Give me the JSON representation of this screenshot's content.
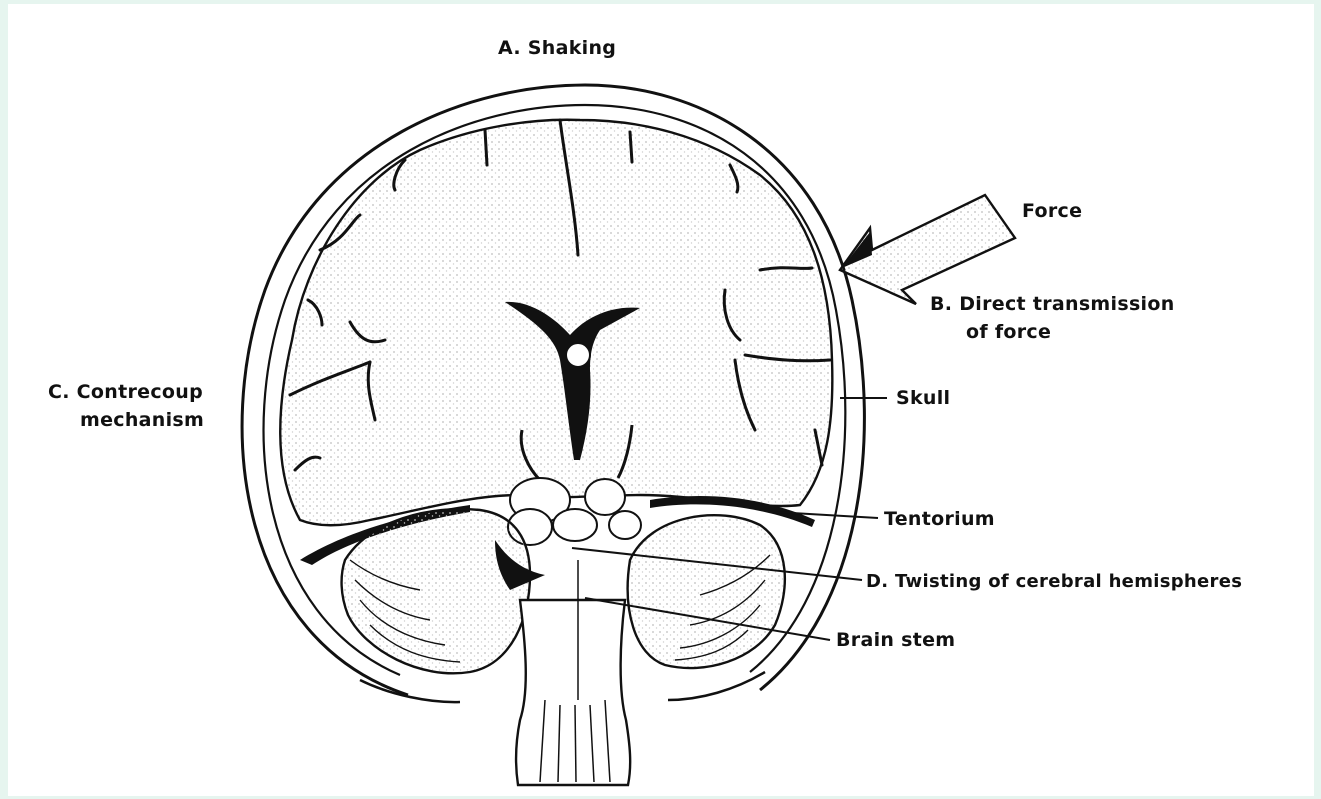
{
  "labels": {
    "shaking": "A. Shaking",
    "force": "Force",
    "direct_line1": "B. Direct transmission",
    "direct_line2": "of force",
    "contrecoup_line1": "C. Contrecoup",
    "contrecoup_line2": "mechanism",
    "skull": "Skull",
    "tentorium": "Tentorium",
    "twisting": "D. Twisting of cerebral hemispheres",
    "brain_stem": "Brain stem"
  },
  "colors": {
    "background": "#e6f5ef",
    "panel": "#ffffff",
    "ink": "#111111",
    "stipple": "#d9d9d9"
  }
}
